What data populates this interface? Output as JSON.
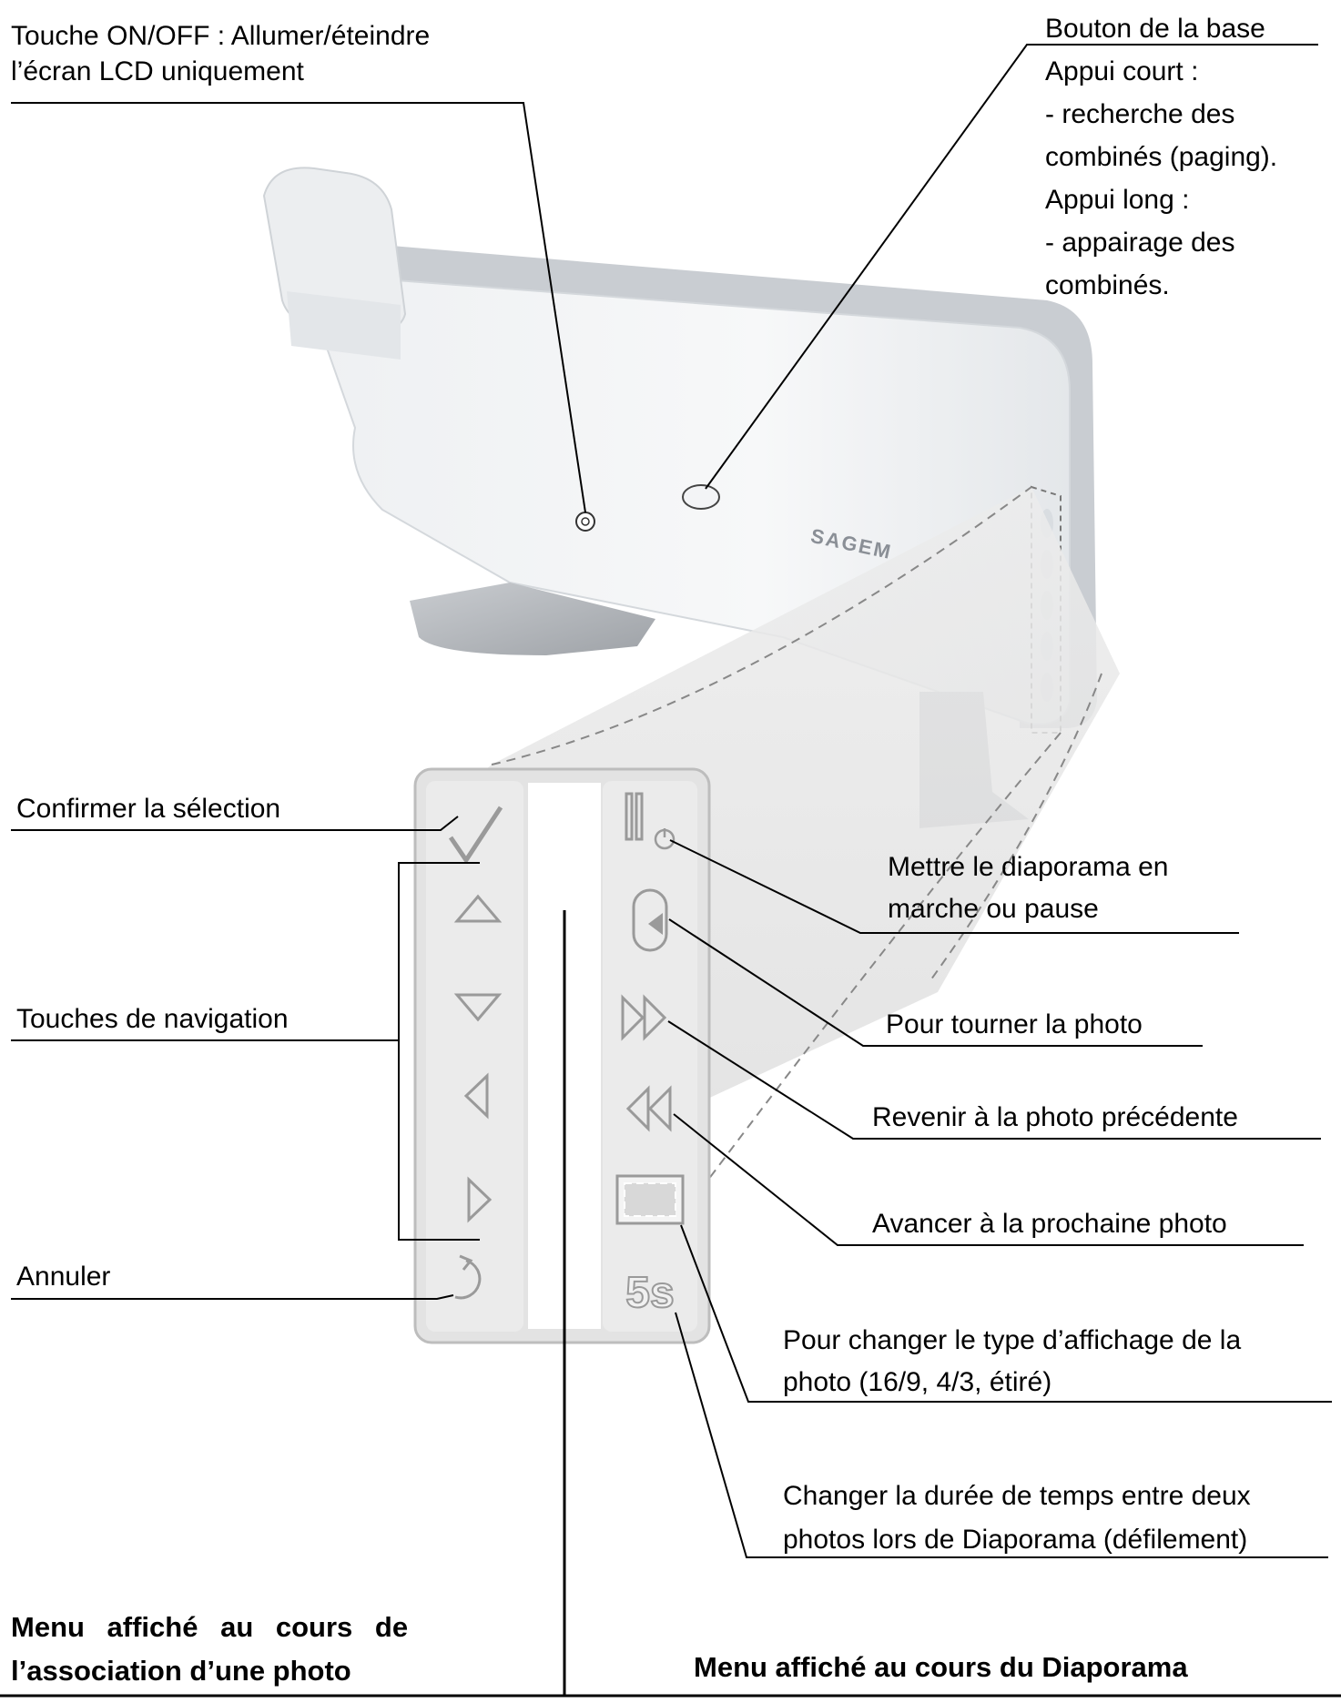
{
  "labels": {
    "on_off": [
      "Touche ON/OFF : Allumer/éteindre",
      "l’écran LCD uniquement"
    ],
    "base_button": [
      "Bouton de la base",
      "Appui court :",
      "- recherche des",
      "combinés (paging).",
      "Appui long :",
      "- appairage des",
      "combinés."
    ],
    "confirm": "Confirmer la sélection",
    "navigation": "Touches de navigation",
    "cancel": "Annuler",
    "slideshow_play": [
      "Mettre le diaporama en",
      "marche ou pause"
    ],
    "rotate": "Pour tourner la photo",
    "previous": "Revenir à la photo précédente",
    "next": "Avancer à la prochaine photo",
    "display_type": [
      "Pour changer le type d’affichage de la",
      "photo (16/9, 4/3, étiré)"
    ],
    "duration": [
      "Changer la durée de temps entre deux",
      "photos lors de Diaporama (défilement)"
    ],
    "menu_association": [
      "Menu affiché au cours de",
      "l’association d’une photo"
    ],
    "menu_slideshow": "Menu affiché au cours du Diaporama"
  },
  "device": {
    "brand": "SAGEM"
  },
  "panel": {
    "timer": "5s"
  }
}
